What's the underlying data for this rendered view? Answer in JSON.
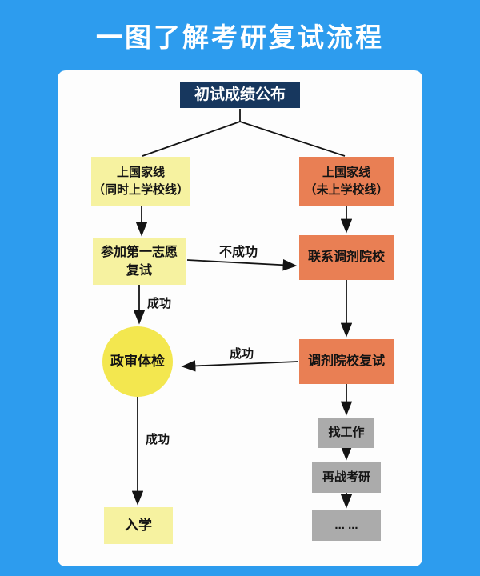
{
  "title": "一图了解考研复试流程",
  "flowchart": {
    "start": "初试成绩公布",
    "left": {
      "national_line": {
        "line1": "上国家线",
        "line2": "（同时上学校线）"
      },
      "first_choice": {
        "line1": "参加第一志愿",
        "line2": "复试"
      },
      "review": "政审体检",
      "enroll": "入学"
    },
    "right": {
      "national_line": {
        "line1": "上国家线",
        "line2": "（未上学校线）"
      },
      "contact": "联系调剂院校",
      "retest": "调剂院校复试",
      "job": "找工作",
      "retry": "再战考研",
      "more": "... ..."
    },
    "labels": {
      "fail": "不成功",
      "success_to_review": "成功",
      "success_from_retest": "成功",
      "success_to_enroll": "成功"
    }
  },
  "colors": {
    "background": "#2d9cee",
    "card": "#fdfdfd",
    "start_box": "#17375e",
    "yellow_box": "#f6f2a0",
    "circle": "#f3e74f",
    "orange_box": "#e97f54",
    "gray_box": "#ababab",
    "line": "#141414",
    "title_text": "#ffffff"
  }
}
